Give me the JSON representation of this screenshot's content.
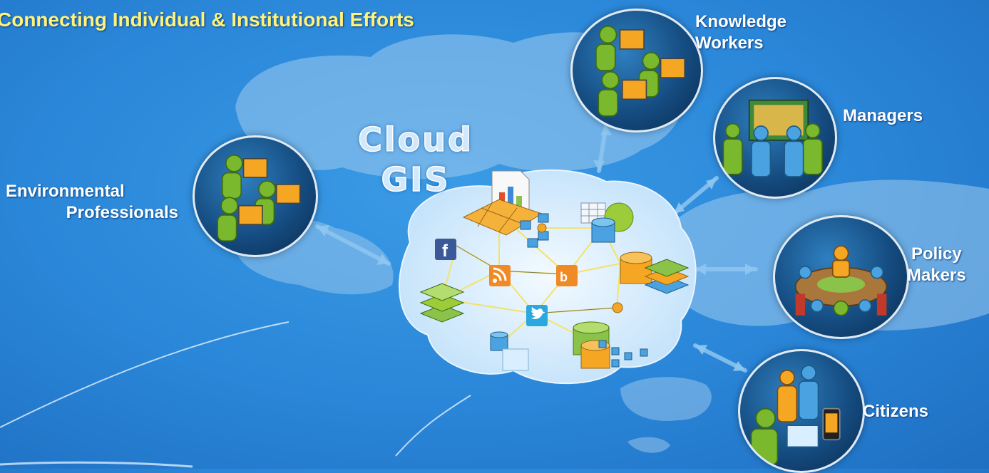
{
  "title": "Connecting Individual & Institutional Efforts",
  "center": {
    "line1": "Cloud",
    "line2": "GIS"
  },
  "groups": {
    "knowledge": {
      "line1": "Knowledge",
      "line2": "Workers"
    },
    "managers": {
      "line1": "Managers"
    },
    "policy": {
      "line1": "Policy",
      "line2": "Makers"
    },
    "citizens": {
      "line1": "Citizens"
    },
    "environmental": {
      "line1": "Environmental",
      "line2": "Professionals"
    }
  },
  "icons": [
    "facebook-icon",
    "rss-icon",
    "blog-icon",
    "twitter-icon",
    "database-icon",
    "layers-icon",
    "map-icon",
    "document-icon",
    "network-icon",
    "globe-icon"
  ],
  "colors": {
    "title": "#fff27a",
    "background": "#2a86d8",
    "cloud": "#d9efff"
  }
}
